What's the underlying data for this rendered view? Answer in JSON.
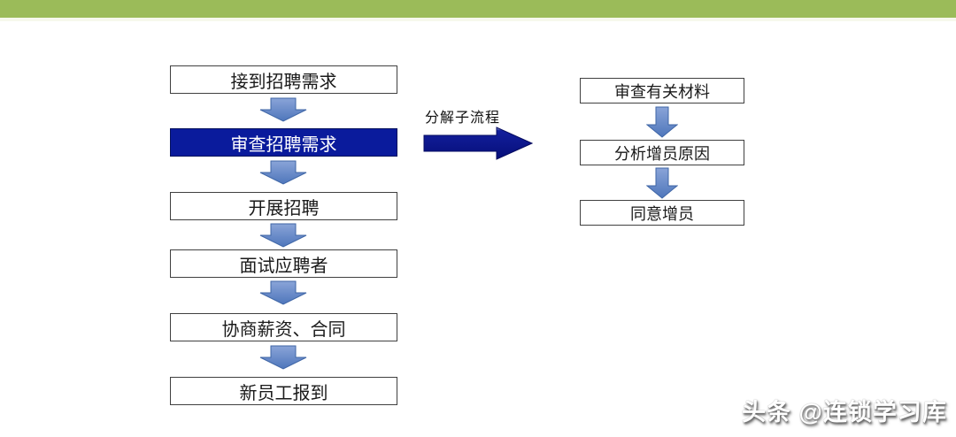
{
  "slide": {
    "background": "#FFFFFF",
    "top_bar_color": "#9BBB59"
  },
  "main_flow": {
    "steps": [
      {
        "label": "接到招聘需求",
        "highlighted": false
      },
      {
        "label": "审查招聘需求",
        "highlighted": true
      },
      {
        "label": "开展招聘",
        "highlighted": false
      },
      {
        "label": "面试应聘者",
        "highlighted": false
      },
      {
        "label": "协商薪资、合同",
        "highlighted": false
      },
      {
        "label": "新员工报到",
        "highlighted": false
      }
    ]
  },
  "subprocess": {
    "arrow_label": "分解子流程",
    "steps": [
      {
        "label": "审查有关材料"
      },
      {
        "label": "分析增员原因"
      },
      {
        "label": "同意增员"
      }
    ]
  },
  "watermark": {
    "text": "头条 @连锁学习库"
  },
  "colors": {
    "accent_green": "#9BBB59",
    "connector_blue": "#5B82C6",
    "connector_blue_dark": "#3F66A6",
    "highlight_navy": "#0A1B9C",
    "subprocess_arrow_navy": "#071082",
    "box_border": "#404040",
    "text": "#1A1A1A"
  }
}
